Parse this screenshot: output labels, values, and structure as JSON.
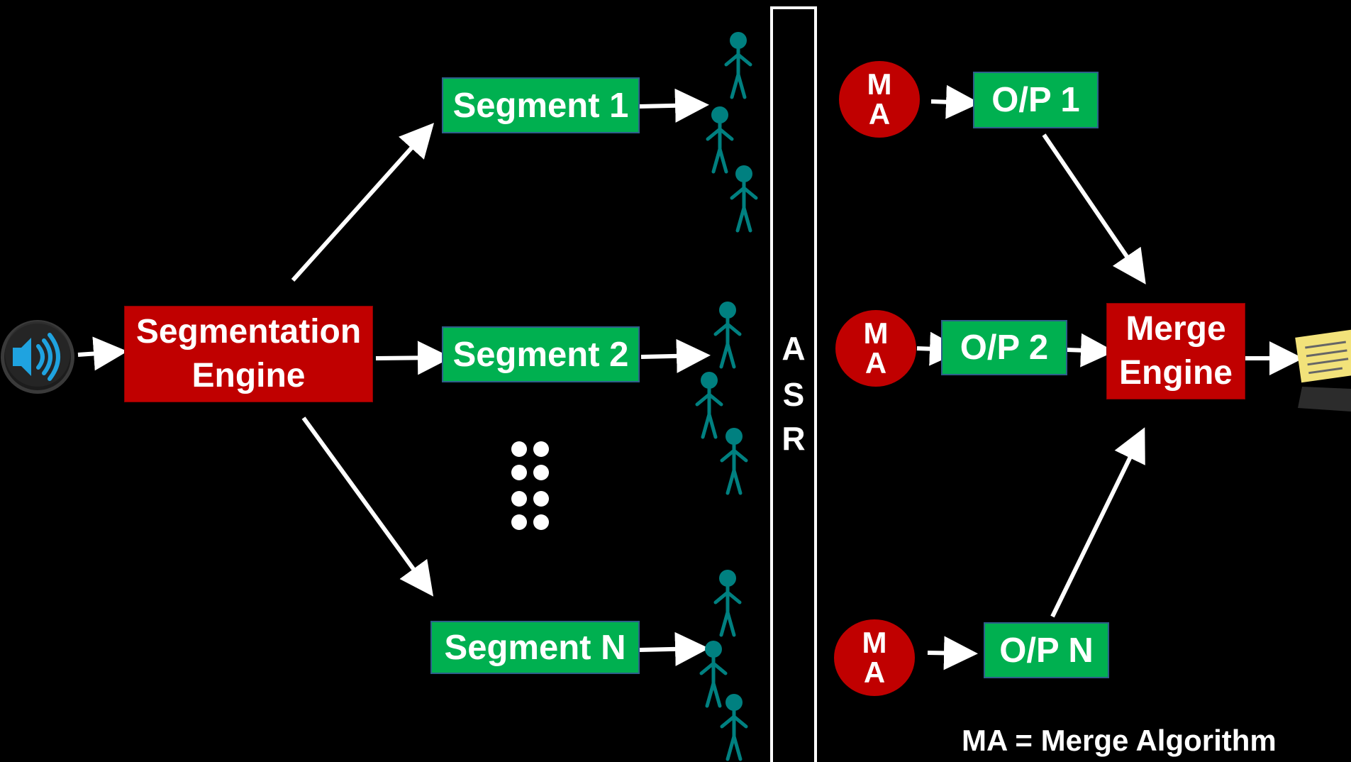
{
  "segmentation_engine": {
    "line1": "Segmentation",
    "line2": "Engine"
  },
  "segments": [
    "Segment 1",
    "Segment 2",
    "Segment N"
  ],
  "asr": [
    "A",
    "S",
    "R"
  ],
  "merge_algorithm_nodes": [
    {
      "line1": "M",
      "line2": "A"
    },
    {
      "line1": "M",
      "line2": "A"
    },
    {
      "line1": "M",
      "line2": "A"
    }
  ],
  "outputs": [
    "O/P 1",
    "O/P 2",
    "O/P N"
  ],
  "merge_engine": {
    "line1": "Merge",
    "line2": "Engine"
  },
  "legend": "MA = Merge Algorithm",
  "icons": {
    "input": "speaker-icon",
    "workers": "person-icon",
    "ellipsis": "vertical-dots-icon",
    "output": "note-icon"
  },
  "colors": {
    "engine": "#c00000",
    "segment": "#00b050",
    "person": "#008080",
    "arrow": "#ffffff",
    "speaker": "#1fa3e0",
    "note": "#f2e27a"
  }
}
